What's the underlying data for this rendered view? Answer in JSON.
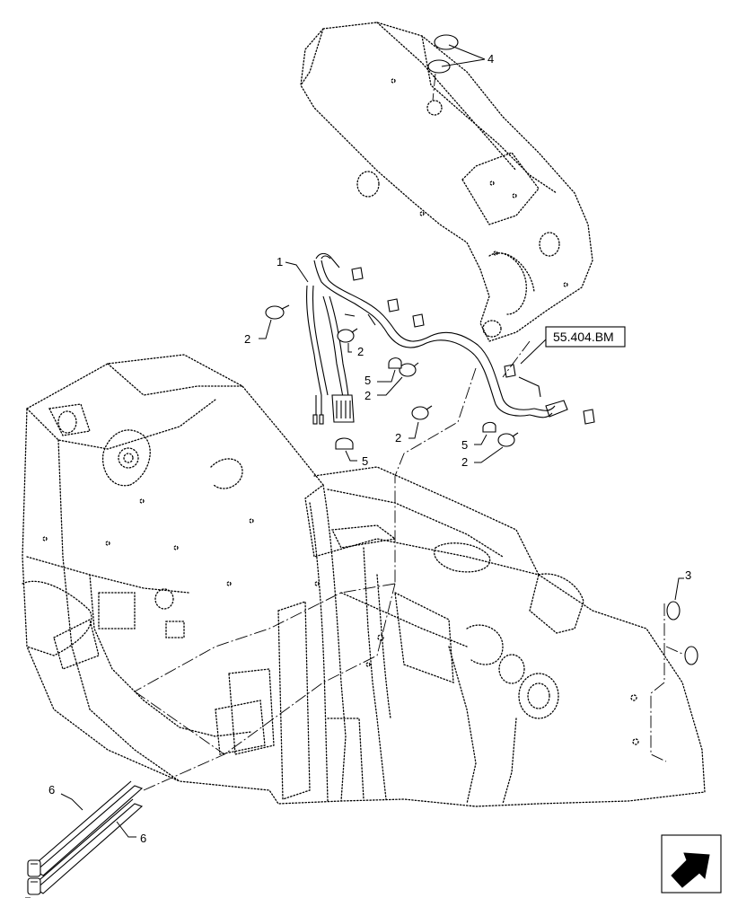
{
  "callouts": {
    "c1": "1",
    "c2a": "2",
    "c2b": "2",
    "c2c": "2",
    "c2d": "2",
    "c2e": "2",
    "c3": "3",
    "c4": "4",
    "c5a": "5",
    "c5b": "5",
    "c5c": "5",
    "c6a": "6",
    "c6b": "6"
  },
  "reference_box": {
    "label": "55.404.BM"
  },
  "nav_icon": "arrow-icon"
}
